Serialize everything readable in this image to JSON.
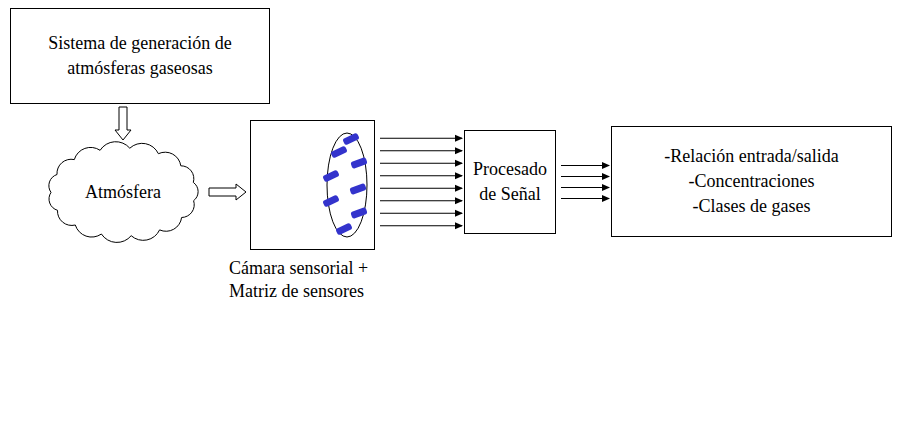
{
  "diagram": {
    "nodes": [
      {
        "text": [
          "Sistema de generación de atmósferas gaseosas"
        ]
      },
      {
        "text": [
          "Atmósfera"
        ]
      },
      {
        "text": [
          "Cámara sensorial + Matriz de sensores"
        ]
      },
      {
        "text": [
          "Procesado de Señal"
        ]
      },
      {
        "text": [
          "-Relación entrada/salida",
          "-Concentraciones",
          "-Clases de gases"
        ]
      }
    ],
    "edges": [
      {
        "from": 0,
        "to": 1,
        "arrow": "to"
      },
      {
        "from": 1,
        "to": 2,
        "arrow": "to"
      },
      {
        "from": 2,
        "to": 3,
        "arrow": "to"
      },
      {
        "from": 3,
        "to": 4,
        "arrow": "to"
      }
    ]
  }
}
